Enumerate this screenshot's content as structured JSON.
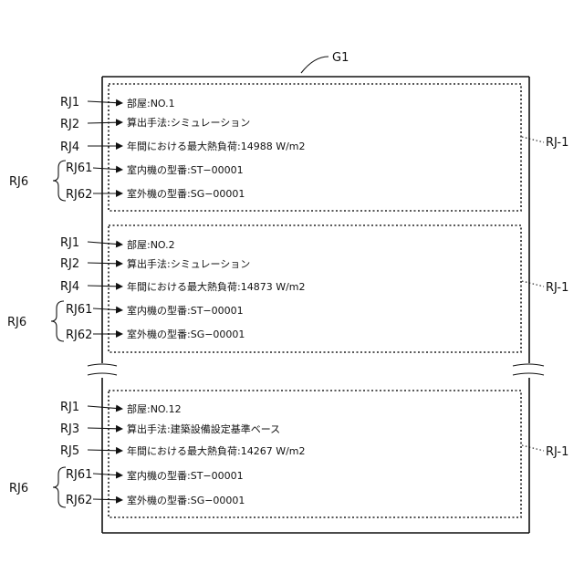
{
  "figure_label": "G1",
  "group_label": "RJ-1",
  "cards": [
    {
      "rows": [
        {
          "ref": "RJ1",
          "text": "部屋:NO.1"
        },
        {
          "ref": "RJ2",
          "text": "算出手法:シミュレーション"
        },
        {
          "ref": "RJ4",
          "text": "年間における最大熱負荷:14988 W/m2"
        },
        {
          "ref": "RJ61",
          "text": "室内機の型番:ST−00001"
        },
        {
          "ref": "RJ62",
          "text": "室外機の型番:SG−00001"
        }
      ],
      "brace_label": "RJ6"
    },
    {
      "rows": [
        {
          "ref": "RJ1",
          "text": "部屋:NO.2"
        },
        {
          "ref": "RJ2",
          "text": "算出手法:シミュレーション"
        },
        {
          "ref": "RJ4",
          "text": "年間における最大熱負荷:14873 W/m2"
        },
        {
          "ref": "RJ61",
          "text": "室内機の型番:ST−00001"
        },
        {
          "ref": "RJ62",
          "text": "室外機の型番:SG−00001"
        }
      ],
      "brace_label": "RJ6"
    },
    {
      "rows": [
        {
          "ref": "RJ1",
          "text": "部屋:NO.12"
        },
        {
          "ref": "RJ3",
          "text": "算出手法:建築設備設定基準ベース"
        },
        {
          "ref": "RJ5",
          "text": "年間における最大熱負荷:14267 W/m2"
        },
        {
          "ref": "RJ61",
          "text": "室内機の型番:ST−00001"
        },
        {
          "ref": "RJ62",
          "text": "室外機の型番:SG−00001"
        }
      ],
      "brace_label": "RJ6"
    }
  ]
}
